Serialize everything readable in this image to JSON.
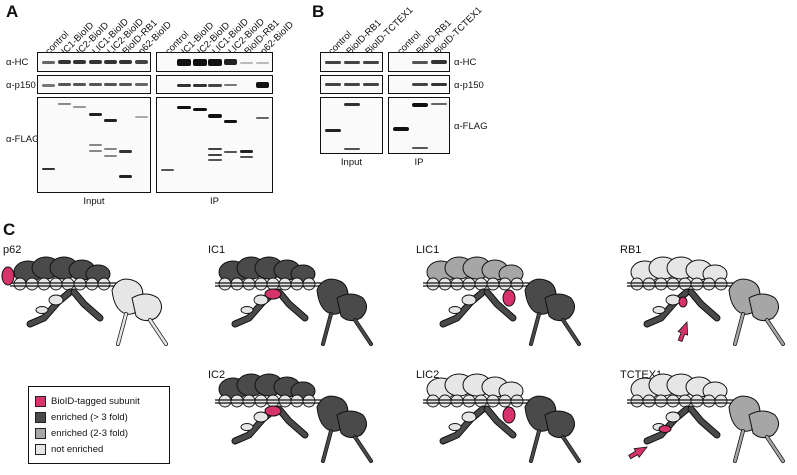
{
  "panels": {
    "A": {
      "letter": "A",
      "input_lanes": [
        "control",
        "IC1-BioID",
        "IC2-BioID",
        "LIC1-BioID",
        "LIC2-BioID",
        "BioID-RB1",
        "p62-BioID"
      ],
      "ip_lanes": [
        "control",
        "IC1-BioID",
        "IC2-BioID",
        "LIC1-BioID",
        "LIC2-BioID",
        "BioID-RB1",
        "p62-BioID"
      ],
      "rows": [
        "α-HC",
        "α-p150",
        "α-FLAG"
      ],
      "captions": {
        "input": "Input",
        "ip": "IP"
      }
    },
    "B": {
      "letter": "B",
      "input_lanes": [
        "control",
        "BioID-RB1",
        "BioID-TCTEX1"
      ],
      "ip_lanes": [
        "control",
        "BioID-RB1",
        "BioID-TCTEX1"
      ],
      "rows": [
        "α-HC",
        "α-p150",
        "α-FLAG"
      ],
      "captions": {
        "input": "Input",
        "ip": "IP"
      }
    },
    "C": {
      "letter": "C",
      "diagrams": [
        {
          "title": "p62",
          "tagged": "p62",
          "arrow": false
        },
        {
          "title": "IC1",
          "tagged": "IC",
          "arrow": false
        },
        {
          "title": "LIC1",
          "tagged": "LIC",
          "arrow": false
        },
        {
          "title": "RB1",
          "tagged": "RB1",
          "arrow": true
        },
        {
          "title": "IC2",
          "tagged": "IC",
          "arrow": false
        },
        {
          "title": "LIC2",
          "tagged": "LIC",
          "arrow": false
        },
        {
          "title": "TCTEX1",
          "tagged": "TCTEX1",
          "arrow": true
        }
      ],
      "legend": [
        {
          "label": "BioID-tagged subunit",
          "color": "#d6336c"
        },
        {
          "label": "enriched (> 3 fold)",
          "color": "#4a4a4a"
        },
        {
          "label": "enriched (2-3 fold)",
          "color": "#a6a6a6"
        },
        {
          "label": "not enriched",
          "color": "#e6e6e6"
        }
      ]
    }
  },
  "colors": {
    "tagged": "#d6336c",
    "high": "#4a4a4a",
    "mid": "#a6a6a6",
    "none": "#e6e6e6",
    "ink": "#111111"
  }
}
